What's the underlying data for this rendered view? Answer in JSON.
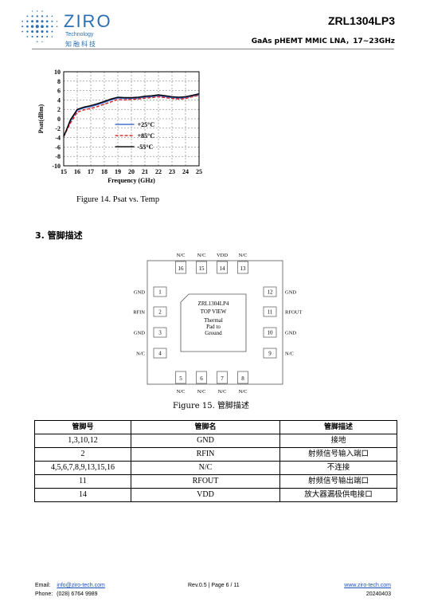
{
  "header": {
    "logo_text": "ZIRO",
    "logo_sub_en": "Technology",
    "logo_sub_cn": "知融科技",
    "part_number": "ZRL1304LP3",
    "subtitle": "GaAs pHEMT MMIC LNA，17~23GHz"
  },
  "figure14": {
    "caption": "Figure 14. Psat vs. Temp"
  },
  "section3": {
    "title": "3.  管脚描述"
  },
  "pinout": {
    "top_labels": [
      "N/C",
      "N/C",
      "VDD",
      "N/C"
    ],
    "top_nums": [
      "16",
      "15",
      "14",
      "13"
    ],
    "left_labels": [
      "GND",
      "RFIN",
      "GND",
      "N/C"
    ],
    "left_nums": [
      "1",
      "2",
      "3",
      "4"
    ],
    "right_labels": [
      "GND",
      "RFOUT",
      "GND",
      "N/C"
    ],
    "right_nums": [
      "12",
      "11",
      "10",
      "9"
    ],
    "bottom_labels": [
      "N/C",
      "N/C",
      "N/C",
      "N/C"
    ],
    "bottom_nums": [
      "5",
      "6",
      "7",
      "8"
    ],
    "center_title": "ZRL1304LP4",
    "center_view": "TOP VIEW",
    "center_pad": [
      "Thermal",
      "Pad to",
      "Ground"
    ],
    "caption": "Figure 15. 管脚描述"
  },
  "pin_table": {
    "headers": [
      "管脚号",
      "管脚名",
      "管脚描述"
    ],
    "rows": [
      {
        "num": "1,3,10,12",
        "name": "GND",
        "desc": "接地"
      },
      {
        "num": "2",
        "name": "RFIN",
        "desc": "射频信号输入端口"
      },
      {
        "num": "4,5,6,7,8,9,13,15,16",
        "name": "N/C",
        "desc": "不连接"
      },
      {
        "num": "11",
        "name": "RFOUT",
        "desc": "射频信号输出端口"
      },
      {
        "num": "14",
        "name": "VDD",
        "desc": "放大器漏极供电接口"
      }
    ]
  },
  "footer": {
    "email_label": "Email:",
    "email": "info@ziro-tech.com",
    "phone_label": "Phone:",
    "phone": "(028) 6764 9989",
    "rev": "Rev.0.5 | Page 6 / 11",
    "website": "www.ziro-tech.com",
    "date": "20240403"
  },
  "colors": {
    "brand": "#2a6fb5",
    "series_25": "#3a66c8",
    "series_85": "#d42020",
    "series_m55": "#000000",
    "link": "#1a4fc0"
  },
  "chart_data": {
    "type": "line",
    "title": "",
    "xlabel": "Frequency (GHz)",
    "ylabel": "Psat(dBm)",
    "xlim": [
      15,
      25
    ],
    "ylim": [
      -10,
      10
    ],
    "xticks": [
      "15",
      "16",
      "17",
      "18",
      "19",
      "20",
      "21",
      "22",
      "23",
      "24",
      "25"
    ],
    "yticks": [
      "10",
      "8",
      "6",
      "4",
      "2",
      "0",
      "-2",
      "-4",
      "-6",
      "-8",
      "-10"
    ],
    "grid": true,
    "legend_position": "center-right",
    "x": [
      15,
      15.5,
      16,
      16.5,
      17,
      17.5,
      18,
      18.5,
      19,
      19.5,
      20,
      20.5,
      21,
      21.5,
      22,
      22.5,
      23,
      23.5,
      24,
      24.5,
      25
    ],
    "series": [
      {
        "name": "+25°C",
        "color": "#3a66c8",
        "dash": "solid",
        "values": [
          -3.8,
          -0.5,
          1.8,
          2.3,
          2.6,
          3.0,
          3.5,
          4.0,
          4.4,
          4.3,
          4.3,
          4.4,
          4.6,
          4.7,
          4.9,
          4.7,
          4.5,
          4.4,
          4.5,
          4.8,
          5.1
        ]
      },
      {
        "name": "+85°C",
        "color": "#d42020",
        "dash": "dashed",
        "values": [
          -3.8,
          -0.9,
          1.4,
          1.9,
          2.2,
          2.6,
          3.1,
          3.6,
          4.1,
          4.0,
          4.1,
          4.2,
          4.4,
          4.5,
          4.7,
          4.5,
          4.3,
          4.2,
          4.3,
          4.7,
          5.0
        ]
      },
      {
        "name": "-55°C",
        "color": "#000000",
        "dash": "solid",
        "values": [
          -3.8,
          -0.2,
          2.0,
          2.5,
          2.8,
          3.2,
          3.7,
          4.2,
          4.6,
          4.5,
          4.5,
          4.6,
          4.8,
          4.9,
          5.1,
          4.9,
          4.7,
          4.6,
          4.7,
          5.0,
          5.3
        ]
      }
    ]
  }
}
